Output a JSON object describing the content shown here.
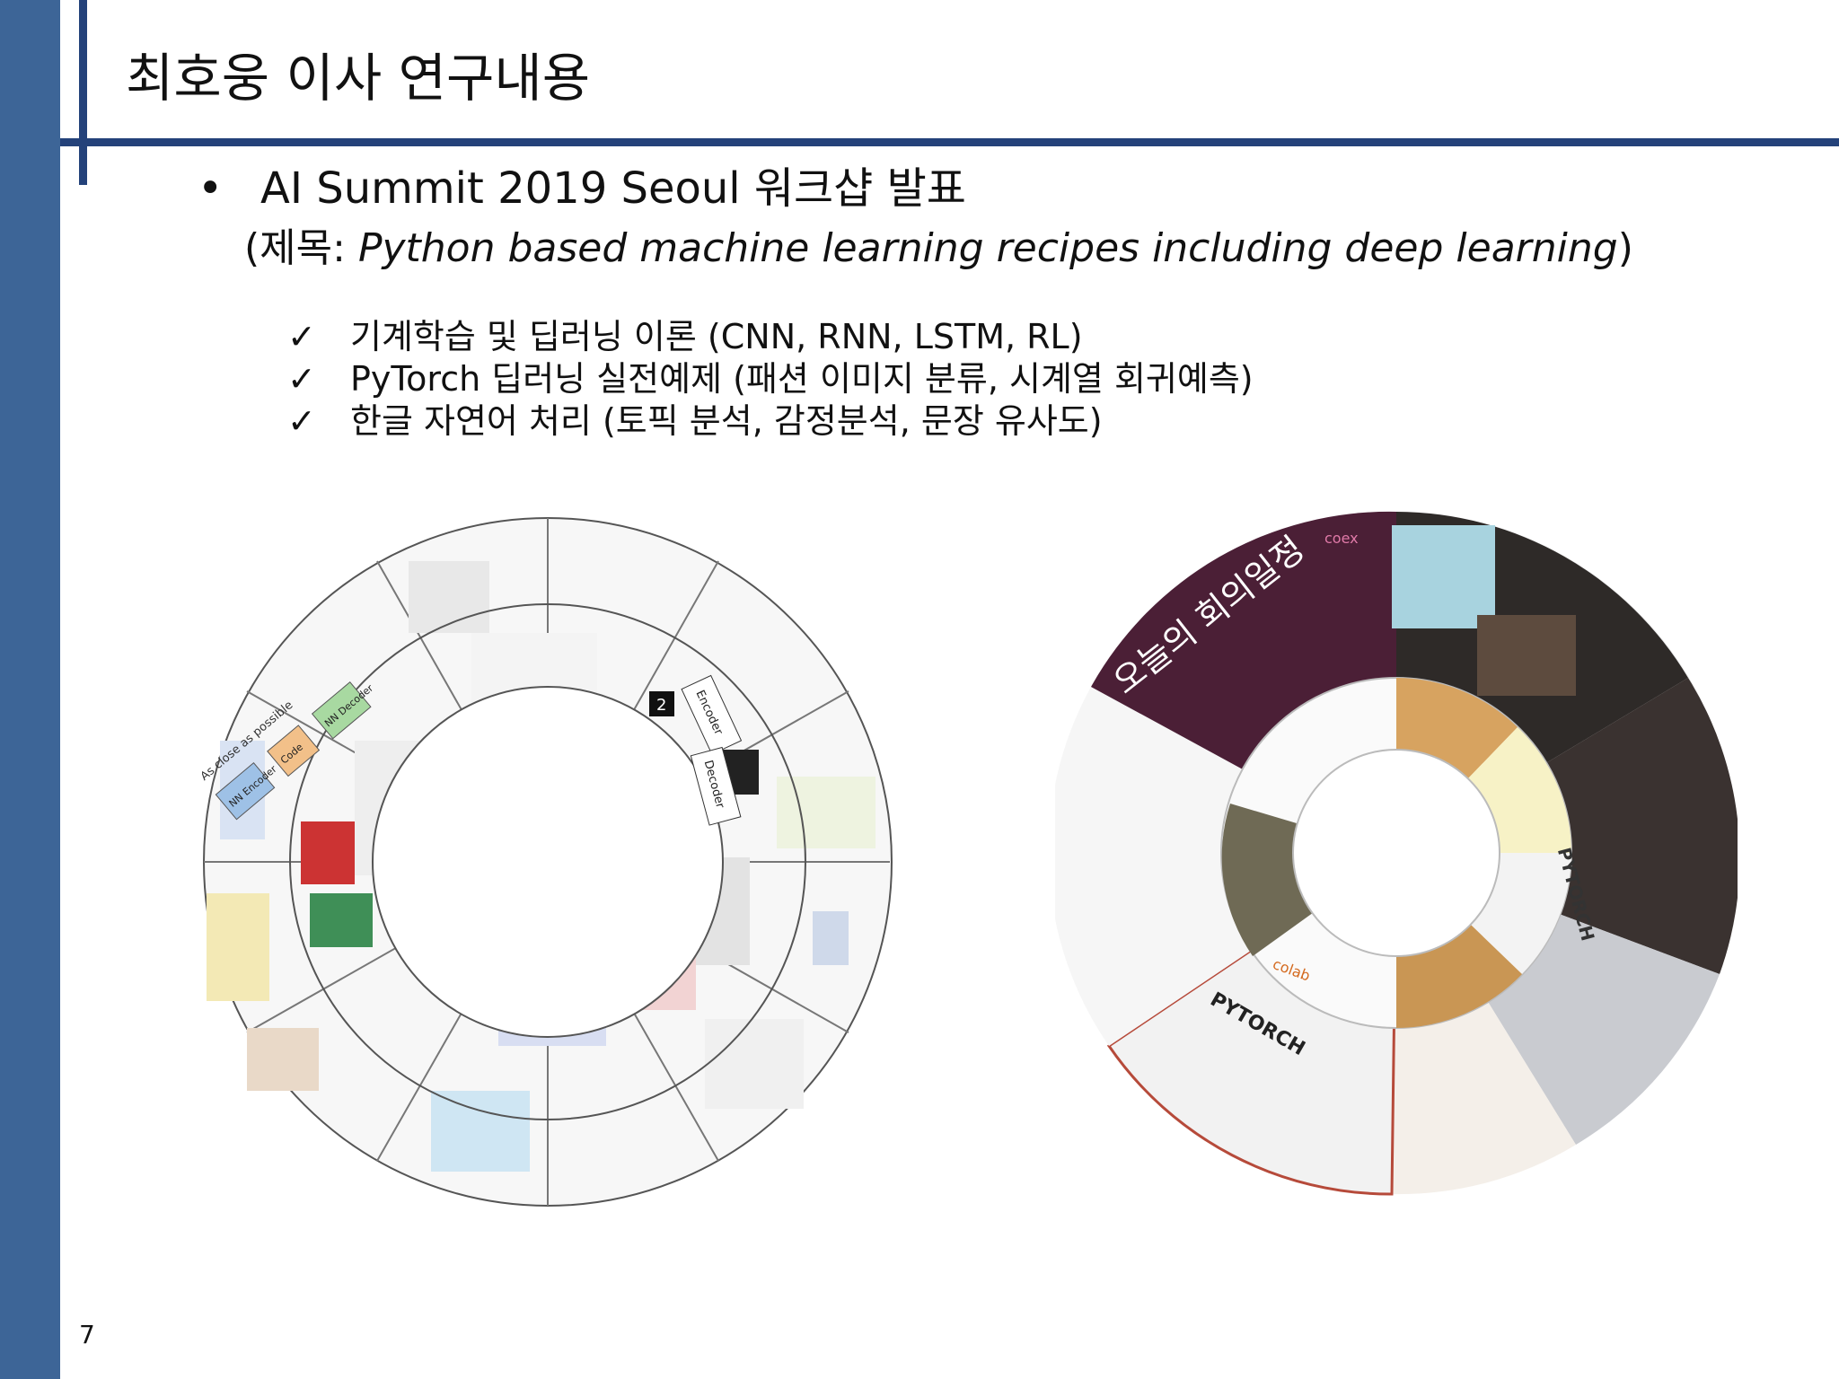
{
  "slide": {
    "title": "최호웅 이사 연구내용",
    "bullet": "AI Summit 2019 Seoul 워크샵 발표",
    "subtitle_prefix": "(제목: ",
    "subtitle_italic": "Python based machine learning recipes including deep  learning",
    "subtitle_suffix": ")",
    "check_mark": "✓",
    "checks": [
      "기계학습 및 딥러닝 이론 (CNN, RNN, LSTM, RL)",
      "PyTorch 딥러닝 실전예제 (패션 이미지 분류, 시계열 회귀예측)",
      "한글 자연어 처리 (토픽 분석, 감정분석, 문장 유사도)"
    ],
    "page_number": "7"
  },
  "figures": {
    "left_wheel": {
      "labels": [
        "As close as possible",
        "NN Encoder",
        "Code",
        "NN Decoder",
        "Encoder",
        "Decoder",
        "2"
      ]
    },
    "right_wheel": {
      "labels": [
        "coex",
        "오늘의 회의일정",
        "PYTORCH",
        "colab",
        "PYTORCH"
      ]
    }
  }
}
